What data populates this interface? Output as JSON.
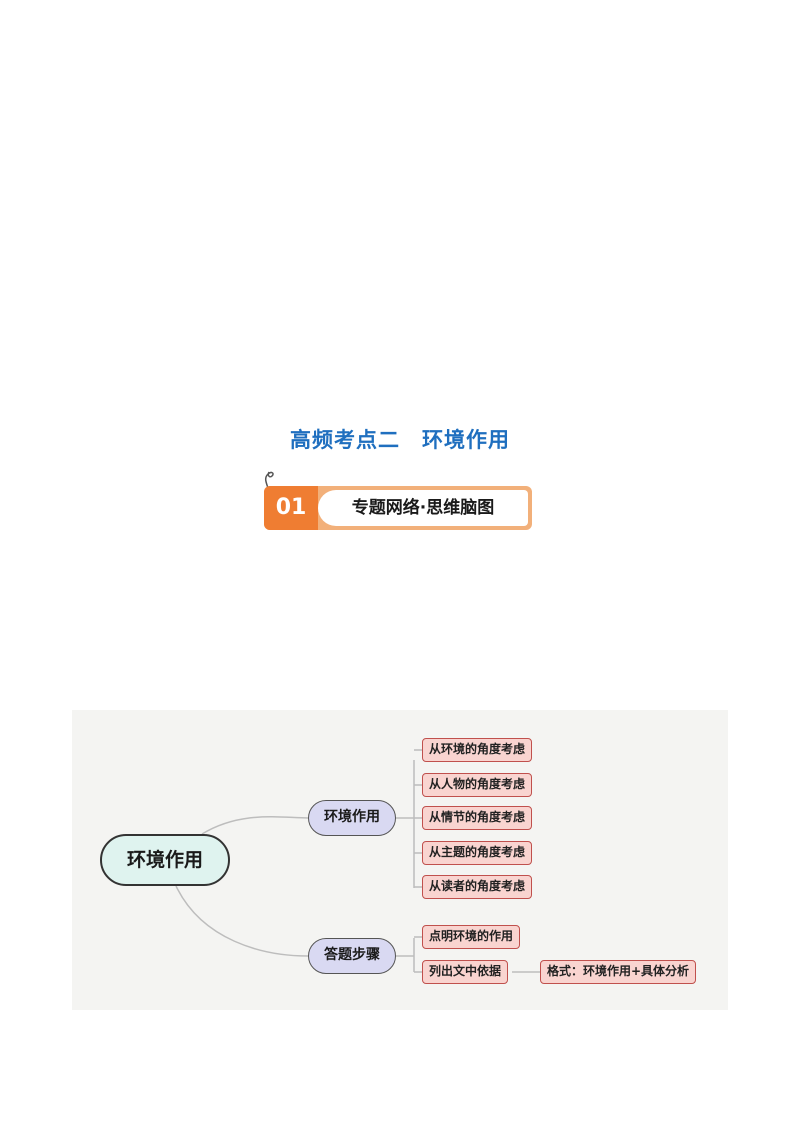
{
  "title": {
    "part1": "高频考点二",
    "part2": "环境作用"
  },
  "banner": {
    "number": "01",
    "label": "专题网络·思维脑图"
  },
  "colors": {
    "title_blue": "#1f6fbf",
    "banner_orange": "#ef7d32",
    "banner_light": "#f2b07a",
    "root_fill": "#dff3ef",
    "branch_fill": "#d9d9f2",
    "leaf_fill": "#f9d4d0",
    "leaf_border": "#c0504d"
  },
  "mindmap": {
    "root": "环境作用",
    "branches": [
      {
        "label": "环境作用",
        "children": [
          "从环境的角度考虑",
          "从人物的角度考虑",
          "从情节的角度考虑",
          "从主题的角度考虑",
          "从读者的角度考虑"
        ]
      },
      {
        "label": "答题步骤",
        "children": [
          "点明环境的作用",
          "列出文中依据"
        ],
        "sub": "格式：环境作用+具体分析"
      }
    ]
  }
}
